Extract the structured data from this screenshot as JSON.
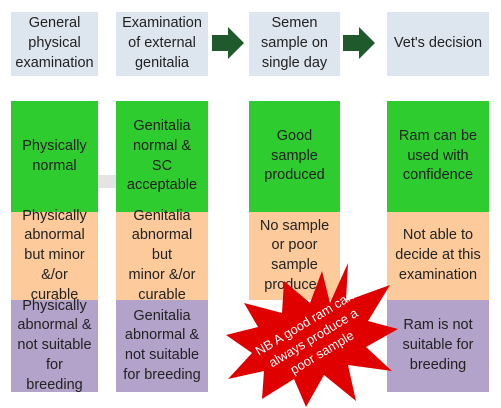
{
  "headers": [
    {
      "text": "General\nphysical\nexamination"
    },
    {
      "text": "Examination\nof external\ngenitalia"
    },
    {
      "text": "Semen\nsample on\nsingle day"
    },
    {
      "text": "Vet's decision"
    }
  ],
  "rows": {
    "normal": [
      {
        "text": "Physically\nnormal"
      },
      {
        "text": "Genitalia\nnormal & SC\nacceptable"
      },
      {
        "text": "Good\nsample\nproduced"
      },
      {
        "text": "Ram can be\nused with\nconfidence"
      }
    ],
    "minor": [
      {
        "text": "Physically\nabnormal\nbut minor\n&/or curable"
      },
      {
        "text": "Genitalia\nabnormal but\nminor &/or\ncurable"
      },
      {
        "text": "No sample\nor poor\nsample\nproduced"
      },
      {
        "text": "Not able to\ndecide at this\nexamination"
      }
    ],
    "unsuitable": [
      {
        "text": "Physically\nabnormal &\nnot suitable\nfor breeding"
      },
      {
        "text": "Genitalia\nabnormal &\nnot suitable\nfor breeding"
      },
      {
        "text": "Ram is not\nsuitable for\nbreeding"
      }
    ]
  },
  "callout": {
    "line1": "NB A good ram can",
    "line2": "always produce a",
    "line3": "poor sample"
  },
  "colors": {
    "header": "#dde5ef",
    "good": "#2ecc2e",
    "caution": "#fdcb9b",
    "bad": "#b3a2c9",
    "arrow": "#1f5a2c",
    "starburst": "#e00000"
  },
  "icons": [
    "right-arrow-icon",
    "right-arrow-icon",
    "starburst-icon"
  ]
}
